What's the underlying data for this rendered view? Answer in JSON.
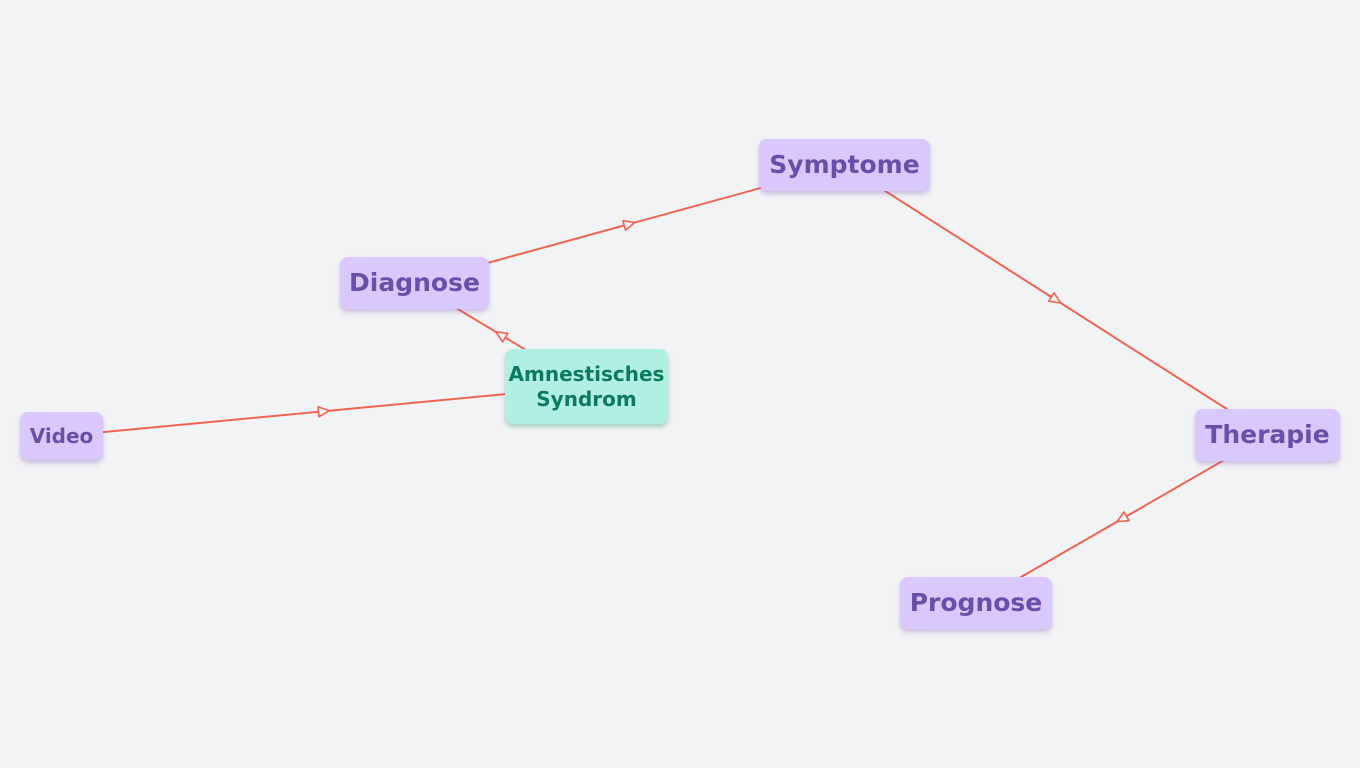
{
  "colors": {
    "background": "#f2f3f5",
    "edge": "#ef6450",
    "topic_fill": "#d8c8fb",
    "topic_text": "#6a4fa8",
    "central_fill": "#b2efe3",
    "central_text": "#0b7a5d"
  },
  "nodes": {
    "central": {
      "label": "Amnestisches Syndrom"
    },
    "video": {
      "label": "Video"
    },
    "diagnose": {
      "label": "Diagnose"
    },
    "symptome": {
      "label": "Symptome"
    },
    "therapie": {
      "label": "Therapie"
    },
    "prognose": {
      "label": "Prognose"
    }
  },
  "edges": [
    {
      "from": "video",
      "to": "central"
    },
    {
      "from": "central",
      "to": "diagnose"
    },
    {
      "from": "diagnose",
      "to": "symptome"
    },
    {
      "from": "symptome",
      "to": "therapie"
    },
    {
      "from": "therapie",
      "to": "prognose"
    }
  ]
}
